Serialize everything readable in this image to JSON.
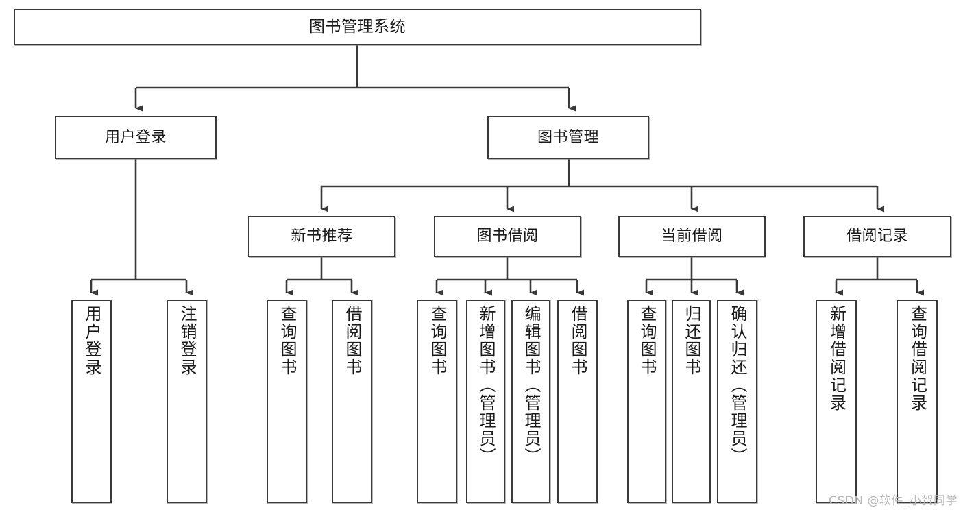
{
  "diagram": {
    "title": "图书管理系统",
    "watermark": "CSDN @软件_小贺同学",
    "line_color": "#3a3a3a",
    "box_fill": "#ffffff",
    "text_color": "#1a1a1a",
    "watermark_color": "#b9b9b9",
    "root": {
      "label": "图书管理系统"
    },
    "level2": [
      {
        "label": "用户登录"
      },
      {
        "label": "图书管理"
      }
    ],
    "level3": [
      {
        "label": "新书推荐"
      },
      {
        "label": "图书借阅"
      },
      {
        "label": "当前借阅"
      },
      {
        "label": "借阅记录"
      }
    ],
    "leaves": {
      "user_login": [
        {
          "label": "用户登录"
        },
        {
          "label": "注销登录"
        }
      ],
      "new_book_recommend": [
        {
          "label": "查询图书"
        },
        {
          "label": "借阅图书"
        }
      ],
      "book_borrow": [
        {
          "label": "查询图书"
        },
        {
          "label": "新增图书（管理员）"
        },
        {
          "label": "编辑图书（管理员）"
        },
        {
          "label": "借阅图书"
        }
      ],
      "current_borrow": [
        {
          "label": "查询图书"
        },
        {
          "label": "归还图书"
        },
        {
          "label": "确认归还（管理员）"
        }
      ],
      "borrow_record": [
        {
          "label": "新增借阅记录"
        },
        {
          "label": "查询借阅记录"
        }
      ]
    }
  }
}
